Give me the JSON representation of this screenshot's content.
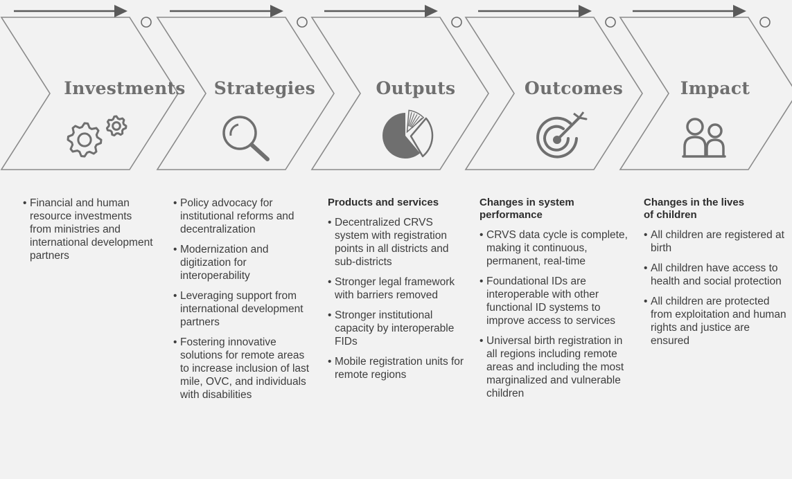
{
  "stages": [
    {
      "title": "Investments",
      "icon": "gears-icon",
      "heading": "",
      "bullets": [
        "Financial and human resource investments from ministries and international development partners"
      ]
    },
    {
      "title": "Strategies",
      "icon": "magnifier-icon",
      "heading": "",
      "bullets": [
        "Policy advocacy for institutional reforms and decentralization",
        "Modernization and digitization for interoperability",
        "Leveraging support from international development partners",
        "Fostering innovative solutions for remote areas to increase inclusion of last mile, OVC, and individuals with disabilities"
      ]
    },
    {
      "title": "Outputs",
      "icon": "pie-chart-icon",
      "heading": "Products and services",
      "bullets": [
        "Decentralized CRVS system with registration points in all districts and sub-districts",
        "Stronger legal framework with barriers removed",
        "Stronger institutional capacity by interoperable FIDs",
        "Mobile registration units for remote regions"
      ]
    },
    {
      "title": "Outcomes",
      "icon": "target-icon",
      "heading": "Changes in system performance",
      "bullets": [
        "CRVS data cycle is complete, making it continuous, permanent, real-time",
        "Foundational IDs are interoperable with other functional ID systems to improve access to services",
        "Universal birth registration in all regions including remote areas and including the most marginalized and vulnerable children"
      ]
    },
    {
      "title": "Impact",
      "icon": "people-icon",
      "heading": "Changes in the lives of children",
      "bullets": [
        "All children are registered at birth",
        "All children have access to health and social protection",
        "All children are protected from exploitation and human rights and justice are ensured"
      ]
    }
  ],
  "colors": {
    "line": "#8a8a8a",
    "icon": "#6f6f6f",
    "text": "#3d3d3d"
  }
}
